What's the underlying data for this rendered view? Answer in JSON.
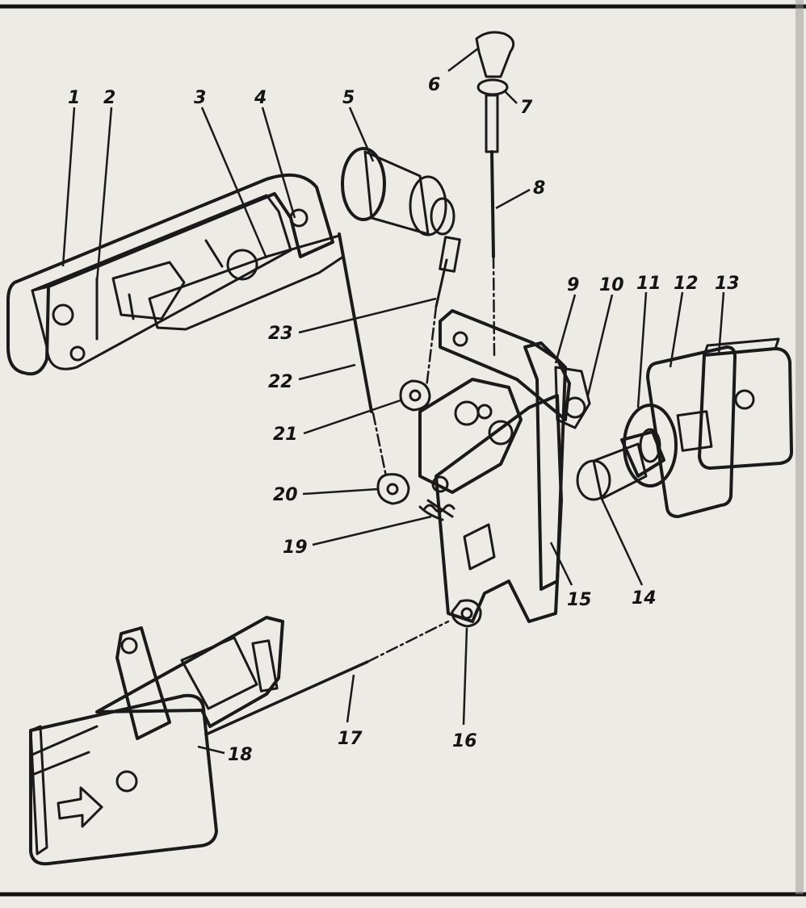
{
  "colors": {
    "paper": "#ecebe6",
    "ink": "#1a1a1a",
    "grey": "#8a8a86",
    "light": "#d9d8d2"
  },
  "labels": [
    "1",
    "2",
    "3",
    "4",
    "5",
    "6",
    "7",
    "8",
    "9",
    "10",
    "11",
    "12",
    "13",
    "14",
    "15",
    "16",
    "17",
    "18",
    "19",
    "20",
    "21",
    "22",
    "23"
  ]
}
